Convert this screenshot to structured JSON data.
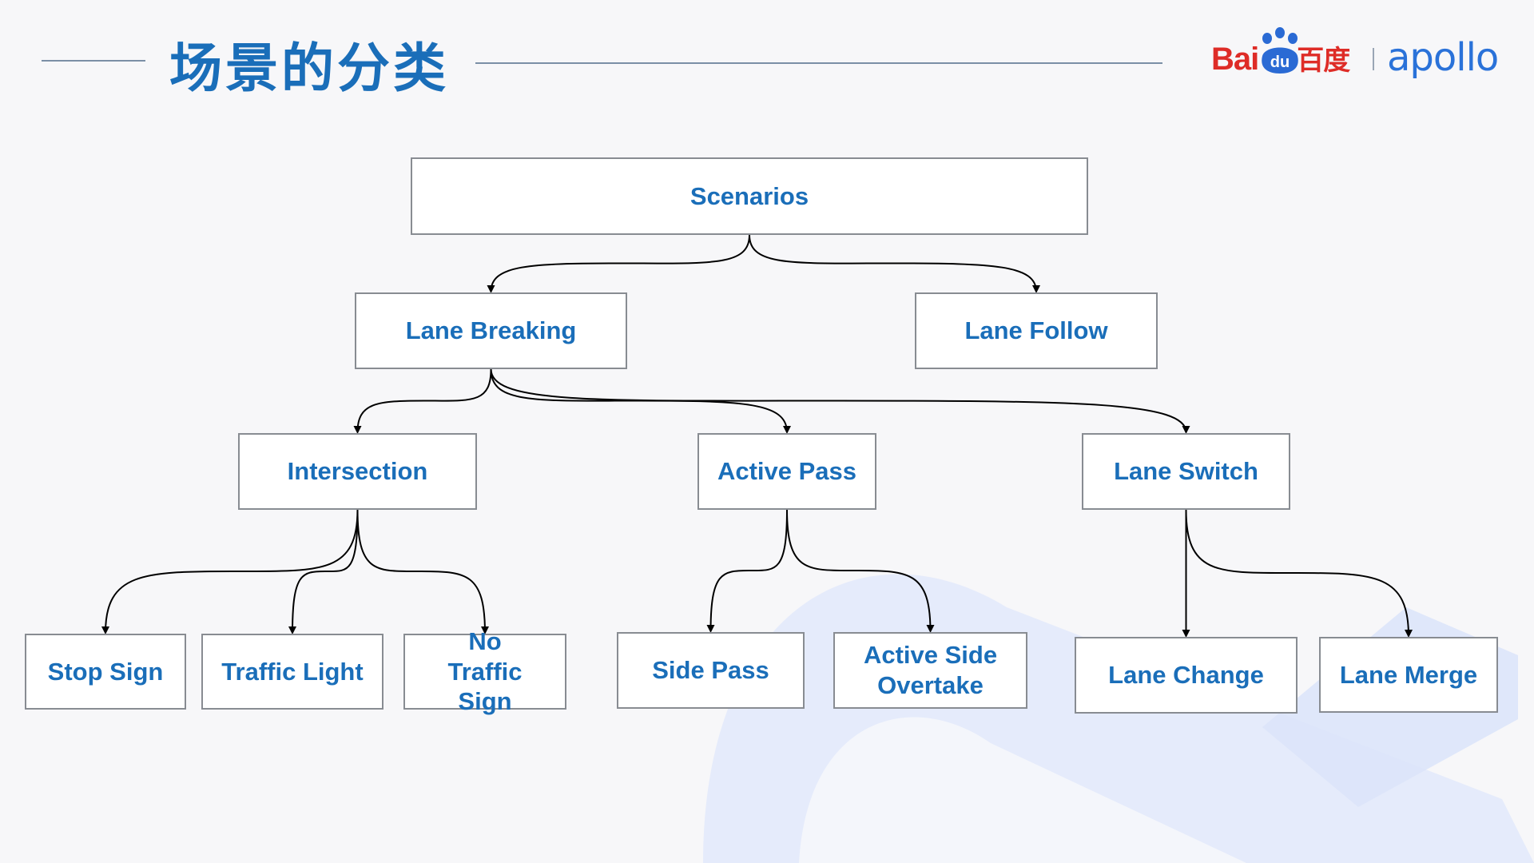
{
  "header": {
    "title": "场景的分类"
  },
  "logo": {
    "baidu_text": "Bai",
    "baidu_cn": "百度",
    "apollo_text": "apollo"
  },
  "diagram": {
    "nodes": {
      "scenarios": "Scenarios",
      "lane_breaking": "Lane Breaking",
      "lane_follow": "Lane Follow",
      "intersection": "Intersection",
      "active_pass": "Active Pass",
      "lane_switch": "Lane Switch",
      "stop_sign": "Stop Sign",
      "traffic_light": "Traffic Light",
      "no_traffic_sign": "No Traffic Sign",
      "side_pass": "Side Pass",
      "active_side_overtake": "Active Side Overtake",
      "lane_change": "Lane Change",
      "lane_merge": "Lane Merge"
    },
    "edges": [
      [
        "scenarios",
        "lane_breaking"
      ],
      [
        "scenarios",
        "lane_follow"
      ],
      [
        "lane_breaking",
        "intersection"
      ],
      [
        "lane_breaking",
        "active_pass"
      ],
      [
        "lane_breaking",
        "lane_switch"
      ],
      [
        "intersection",
        "stop_sign"
      ],
      [
        "intersection",
        "traffic_light"
      ],
      [
        "intersection",
        "no_traffic_sign"
      ],
      [
        "active_pass",
        "side_pass"
      ],
      [
        "active_pass",
        "active_side_overtake"
      ],
      [
        "lane_switch",
        "lane_change"
      ],
      [
        "lane_switch",
        "lane_merge"
      ]
    ]
  },
  "colors": {
    "title": "#1a6eb9",
    "node_text": "#1a6eb9",
    "node_border": "#888c92",
    "baidu_red": "#de2c27",
    "baidu_blue": "#2a6ad4",
    "apollo_blue": "#2a72d9",
    "background_shape": "#dfe7fb"
  }
}
